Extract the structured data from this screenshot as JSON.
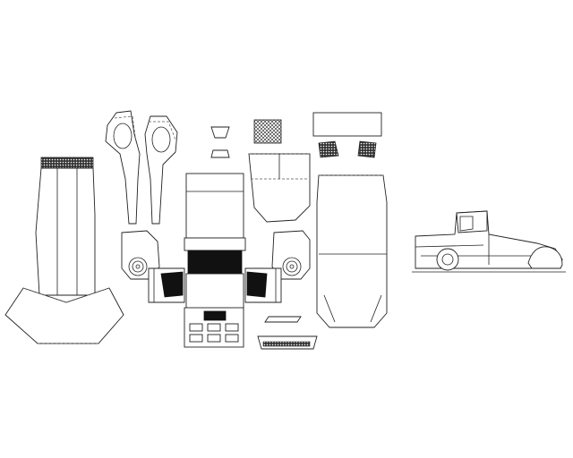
{
  "sheet": {
    "background": "#ffffff",
    "line_color": "#222222",
    "fill_color": "#111111"
  },
  "parts": [
    {
      "name": "chassis-strip-part"
    },
    {
      "name": "left-fender-arm-part"
    },
    {
      "name": "right-fender-arm-part"
    },
    {
      "name": "mirror-parts"
    },
    {
      "name": "grille-mesh-part"
    },
    {
      "name": "roof-panel-part"
    },
    {
      "name": "side-window-parts"
    },
    {
      "name": "cab-body-part"
    },
    {
      "name": "front-fender-left-part"
    },
    {
      "name": "front-fender-right-part"
    },
    {
      "name": "bumper-front-part"
    },
    {
      "name": "underbody-part"
    },
    {
      "name": "trapezoid-base-part"
    },
    {
      "name": "small-tab-part"
    },
    {
      "name": "skirt-strip-part"
    },
    {
      "name": "truck-side-view"
    }
  ]
}
